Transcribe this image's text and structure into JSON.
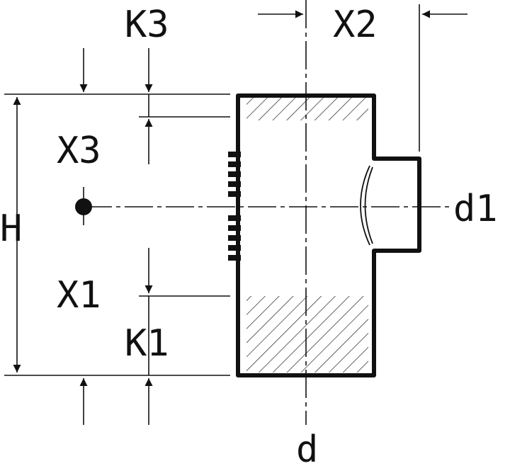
{
  "diagram": {
    "labels": {
      "K3": "K3",
      "X2": "X2",
      "X3": "X3",
      "H": "H",
      "d1": "d1",
      "X1": "X1",
      "K1": "K1",
      "d": "d"
    },
    "colors": {
      "ink": "#111111",
      "background": "#ffffff"
    }
  }
}
